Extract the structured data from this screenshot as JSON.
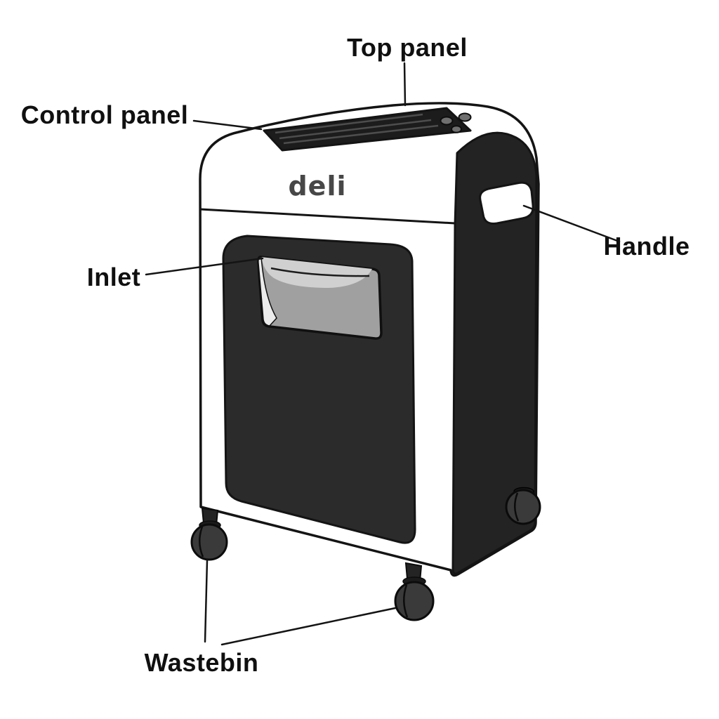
{
  "diagram": {
    "subject": "Paper shredder labeled parts diagram",
    "brand_logo": "deli",
    "labels": {
      "top_panel": "Top panel",
      "control_panel": "Control panel",
      "handle": "Handle",
      "inlet": "Inlet",
      "wastebin": "Wastebin"
    },
    "colors": {
      "background": "#ffffff",
      "outline": "#141414",
      "body_white": "#ffffff",
      "side_dark": "#232323",
      "front_panel_dark": "#2b2b2b",
      "top_panel_dark": "#1c1c1c",
      "inlet_gray": "#a0a0a0",
      "inlet_highlight": "#d0d0d0",
      "logo_gray": "#474747",
      "label_text": "#101010"
    }
  }
}
